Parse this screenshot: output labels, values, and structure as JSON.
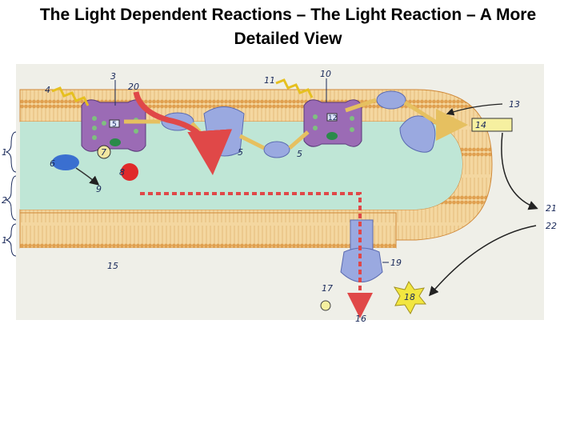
{
  "slide": {
    "title_line1": "The Light Dependent Reactions – The Light Reaction – A More",
    "title_line2": "Detailed View"
  },
  "labels": {
    "n1a": "1",
    "n2": "2",
    "n1b": "1",
    "n3": "3",
    "n4": "4",
    "n5": "5",
    "n5b": "5",
    "n5c": "5",
    "n6": "6",
    "n7": "7",
    "n8": "8",
    "n9": "9",
    "n10": "10",
    "n11": "11",
    "n12": "12",
    "n13": "13",
    "n14": "14",
    "n15": "15",
    "n16": "16",
    "n17": "17",
    "n18": "18",
    "n19": "19",
    "n20": "20",
    "n21": "21",
    "n22": "22"
  },
  "colors": {
    "stroma": "#eaeae4",
    "lumen": "#bfe6d6",
    "membrane_head": "#e6a95a",
    "membrane_tail": "#f4d7a0",
    "protein": "#9aa9e0",
    "photosystem": "#9b6bb5",
    "proton_path": "#e04848",
    "electron_path": "#f2e6a0"
  }
}
